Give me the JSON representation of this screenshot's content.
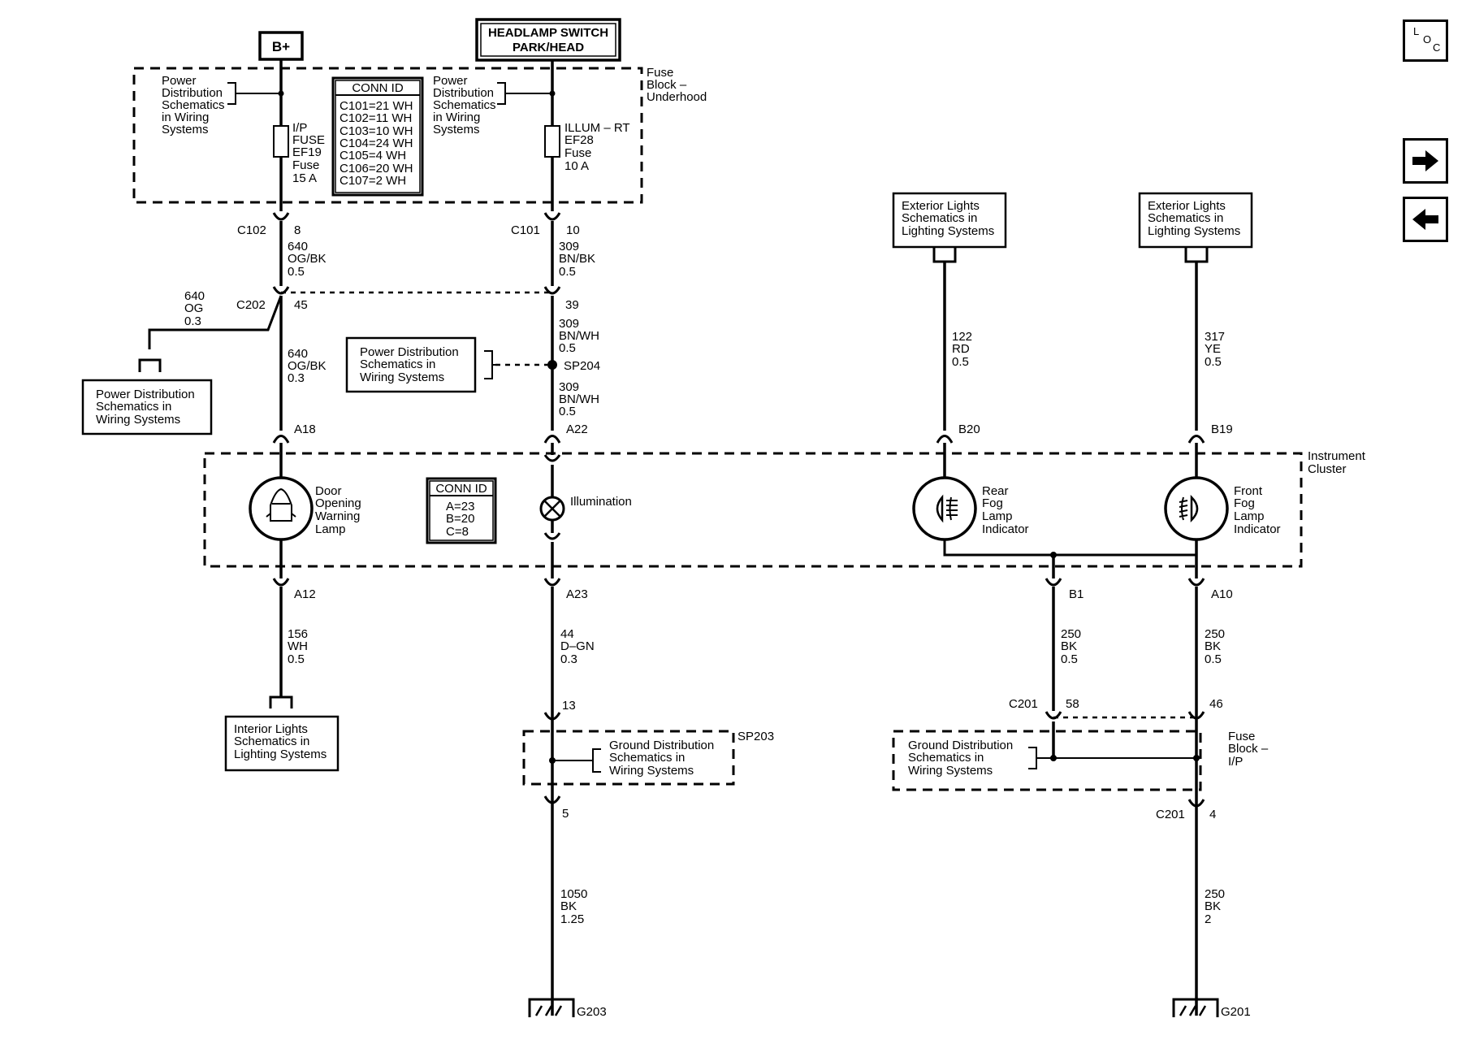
{
  "top_labels": {
    "bplus": "B+",
    "headlamp_switch_1": "HEADLAMP SWITCH",
    "headlamp_switch_2": "PARK/HEAD"
  },
  "fuse_block_underhood": [
    "Fuse",
    "Block –",
    "Underhood"
  ],
  "power_dist_left": [
    "Power",
    "Distribution",
    "Schematics",
    "in Wiring",
    "Systems"
  ],
  "power_dist_right": [
    "Power",
    "Distribution",
    "Schematics",
    "in Wiring",
    "Systems"
  ],
  "fuse_left": [
    "I/P",
    "FUSE",
    "EF19",
    "Fuse",
    "15 A"
  ],
  "fuse_right": [
    "ILLUM – RT",
    "EF28",
    "Fuse",
    "10 A"
  ],
  "conn_id_top": {
    "title": "CONN ID",
    "rows": [
      "C101=21 WH",
      "C102=11 WH",
      "C103=10 WH",
      "C104=24 WH",
      "C105=4 WH",
      "C106=20 WH",
      "C107=2 WH"
    ]
  },
  "conn_id_cluster": {
    "title": "CONN ID",
    "rows": [
      "A=23",
      "B=20",
      "C=8"
    ]
  },
  "connectors": {
    "c102": "C102",
    "c102_pin": "8",
    "c101": "C101",
    "c101_pin": "10",
    "c202": "C202",
    "c202_pin": "45",
    "c202_pin_r": "39",
    "a18": "A18",
    "a22": "A22",
    "b20": "B20",
    "b19": "B19",
    "a12": "A12",
    "a23": "A23",
    "b1": "B1",
    "a10": "A10",
    "c201_a": "C201",
    "c201_pin_a": "58",
    "c201_pin_b": "46",
    "pin13": "13",
    "pin5": "5",
    "c201_b": "C201",
    "c201_pin_c": "4",
    "sp204": "SP204",
    "sp203": "SP203",
    "g203": "G203",
    "g201": "G201"
  },
  "wires": {
    "w640_ogbk_05": [
      "640",
      "OG/BK",
      "0.5"
    ],
    "w309_bnbk_05": [
      "309",
      "BN/BK",
      "0.5"
    ],
    "w640_og_03": [
      "640",
      "OG",
      "0.3"
    ],
    "w640_ogbk_03": [
      "640",
      "OG/BK",
      "0.3"
    ],
    "w309_bnwh_a": [
      "309",
      "BN/WH",
      "0.5"
    ],
    "w309_bnwh_b": [
      "309",
      "BN/WH",
      "0.5"
    ],
    "w122_rd": [
      "122",
      "RD",
      "0.5"
    ],
    "w317_ye": [
      "317",
      "YE",
      "0.5"
    ],
    "w156_wh": [
      "156",
      "WH",
      "0.5"
    ],
    "w44_dgn": [
      "44",
      "D–GN",
      "0.3"
    ],
    "w250_bk_a": [
      "250",
      "BK",
      "0.5"
    ],
    "w250_bk_b": [
      "250",
      "BK",
      "0.5"
    ],
    "w1050_bk": [
      "1050",
      "BK",
      "1.25"
    ],
    "w250_bk_2": [
      "250",
      "BK",
      "2"
    ]
  },
  "ref_boxes": {
    "power_dist_c202": [
      "Power Distribution",
      "Schematics in",
      "Wiring Systems"
    ],
    "power_dist_sp204": [
      "Power Distribution",
      "Schematics in",
      "Wiring Systems"
    ],
    "ext_lights_1": [
      "Exterior Lights",
      "Schematics in",
      "Lighting Systems"
    ],
    "ext_lights_2": [
      "Exterior Lights",
      "Schematics in",
      "Lighting Systems"
    ],
    "interior_lights": [
      "Interior Lights",
      "Schematics in",
      "Lighting Systems"
    ],
    "ground_dist_sp203": [
      "Ground Distribution",
      "Schematics in",
      "Wiring Systems"
    ],
    "ground_dist_ip": [
      "Ground Distribution",
      "Schematics in",
      "Wiring Systems"
    ]
  },
  "instrument_cluster": [
    "Instrument",
    "Cluster"
  ],
  "fuse_block_ip": [
    "Fuse",
    "Block –",
    "I/P"
  ],
  "lamps": {
    "door": [
      "Door",
      "Opening",
      "Warning",
      "Lamp"
    ],
    "illum": [
      "Illumination"
    ],
    "rear_fog": [
      "Rear",
      "Fog",
      "Lamp",
      "Indicator"
    ],
    "front_fog": [
      "Front",
      "Fog",
      "Lamp",
      "Indicator"
    ]
  },
  "nav": {
    "loc_letters": [
      "L",
      "O",
      "C"
    ],
    "next": "next-arrow-icon",
    "prev": "prev-arrow-icon"
  }
}
